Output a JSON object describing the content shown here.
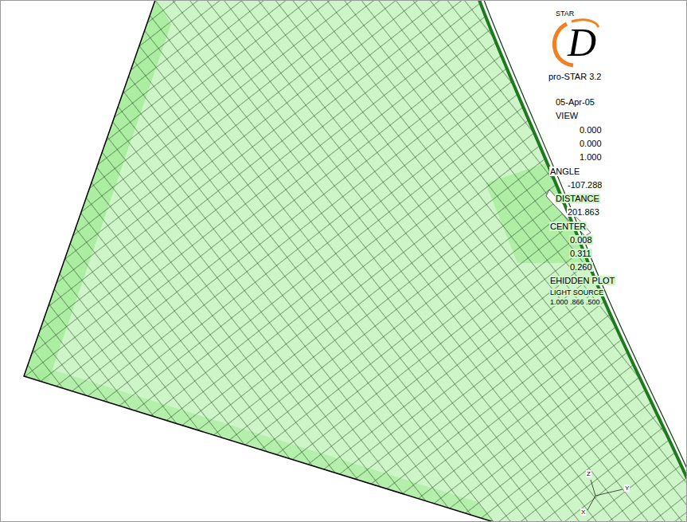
{
  "diagram": {
    "labels": [
      "STAR",
      "D",
      "pro-STAR 3.2",
      "05-Apr-05",
      "VIEW",
      "0.000",
      "0.000",
      "1.000",
      "ANGLE",
      "-107.288",
      "DISTANCE",
      "201.863",
      "CENTER",
      "0.008",
      "0.311",
      "0.260",
      "EHIDDEN PLOT",
      "LIGHT SOURCE",
      "1.000 .866 .500",
      "Z",
      "Y",
      "X"
    ]
  }
}
